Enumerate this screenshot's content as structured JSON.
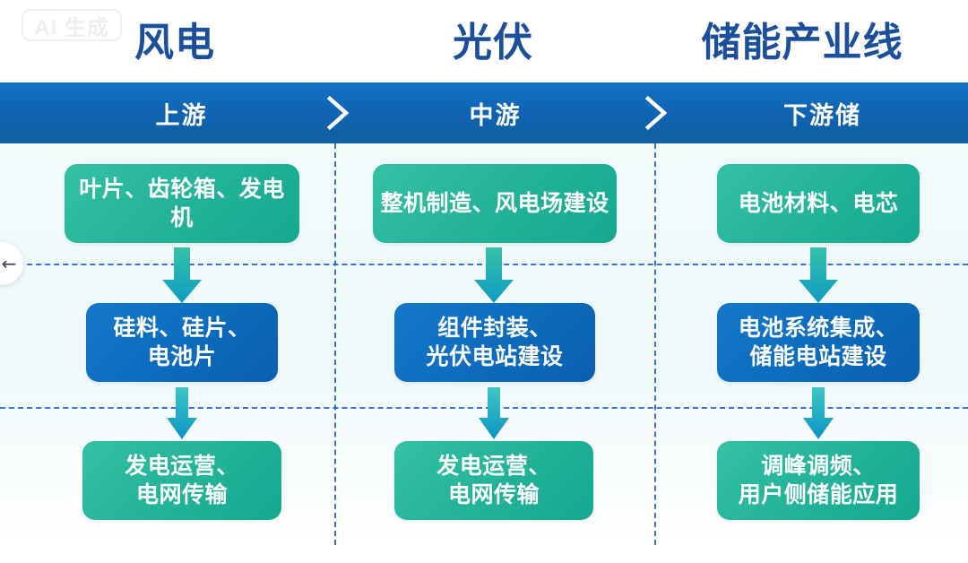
{
  "watermark": {
    "label": "AI 生成"
  },
  "back_button": {
    "icon": "back-arrow-icon",
    "glyph": "←"
  },
  "columns": [
    {
      "title": "风电"
    },
    {
      "title": "光伏"
    },
    {
      "title": "储能产业线"
    }
  ],
  "stages": [
    {
      "label": "上游"
    },
    {
      "label": "中游"
    },
    {
      "label": "下游储"
    }
  ],
  "separators": [
    {
      "icon": "chevron-right-icon"
    },
    {
      "icon": "chevron-right-icon"
    }
  ],
  "rows": [
    {
      "style": "green",
      "nodes": [
        "叶片、齿轮箱、发电机",
        "整机制造、风电场建设",
        "电池材料、电芯"
      ]
    },
    {
      "style": "blue",
      "nodes": [
        "硅料、硅片、\n电池片",
        "组件封装、\n光伏电站建设",
        "电池系统集成、\n储能电站建设"
      ]
    },
    {
      "style": "green",
      "nodes": [
        "发电运营、\n电网传输",
        "发电运营、\n电网传输",
        "调峰调频、\n用户侧储能应用"
      ]
    }
  ],
  "arrows": [
    {
      "icon": "arrow-down-icon"
    },
    {
      "icon": "arrow-down-icon"
    },
    {
      "icon": "arrow-down-icon"
    },
    {
      "icon": "arrow-down-icon"
    },
    {
      "icon": "arrow-down-icon"
    },
    {
      "icon": "arrow-down-icon"
    }
  ],
  "colors": {
    "header_blue": "#0f62b0",
    "title_blue": "#1b4f9c",
    "node_green": "#25b49a",
    "node_blue": "#0d6cbd",
    "grid_dash": "#2a63c8",
    "panel_bg": "#eff9fa"
  }
}
